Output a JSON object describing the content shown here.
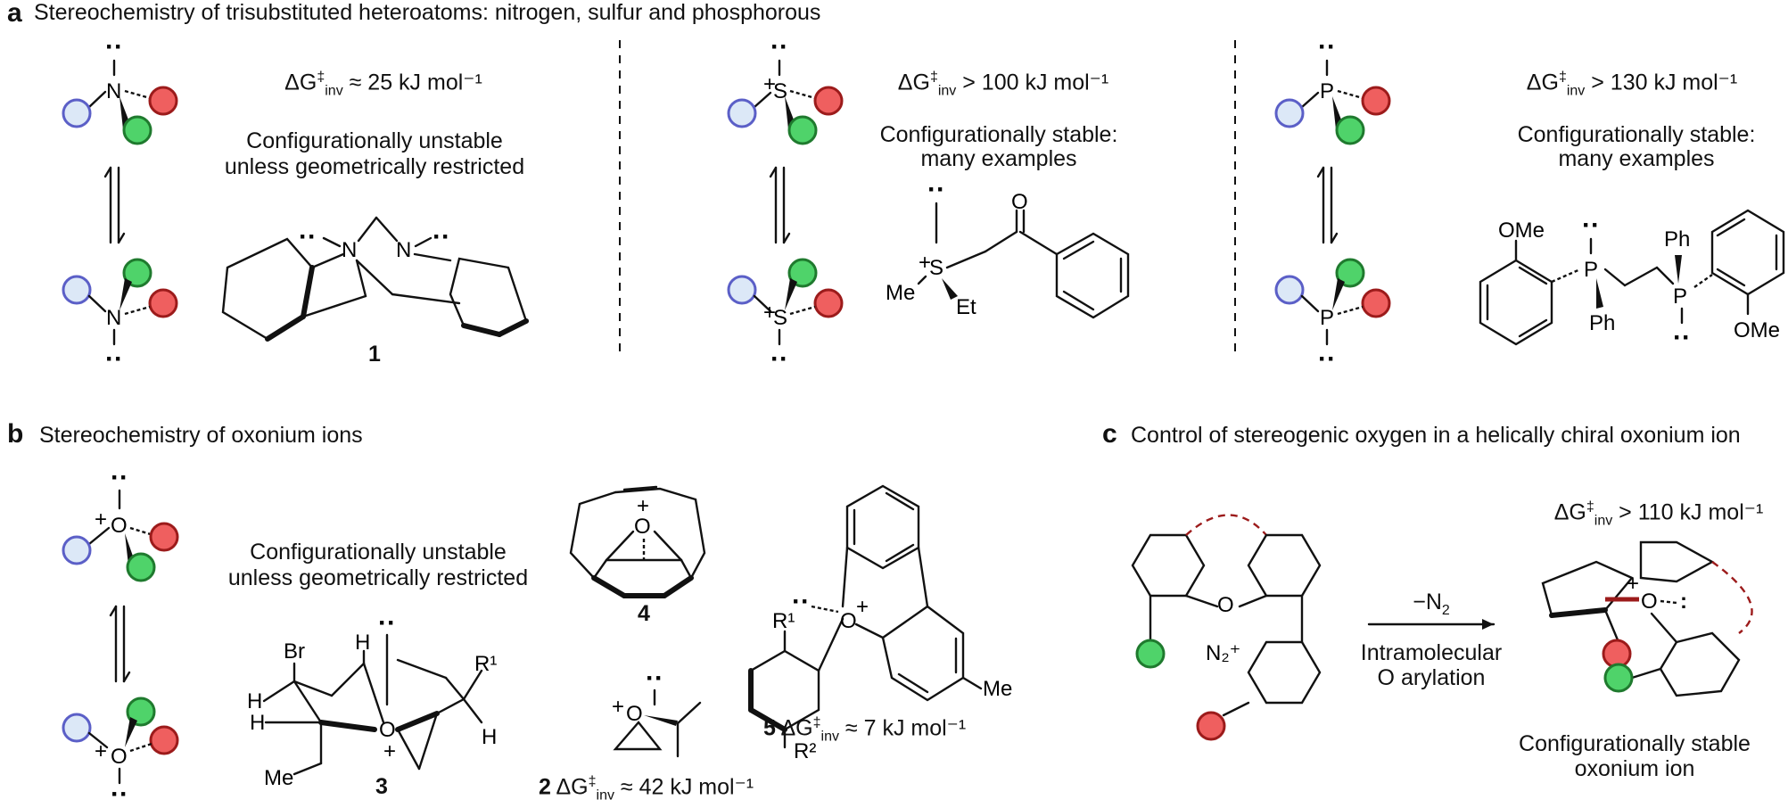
{
  "panel_a": {
    "letter": "a",
    "title": "Stereochemistry of trisubstituted heteroatoms: nitrogen, sulfur and phosphorous",
    "nitrogen": {
      "dg_prefix": "ΔG",
      "dg_suffix": " ≈ 25 kJ mol⁻¹",
      "desc_line1": "Configurationally unstable",
      "desc_line2": "unless geometrically restricted",
      "compound": "1"
    },
    "sulfur": {
      "dg_prefix": "ΔG",
      "dg_suffix": " > 100 kJ mol⁻¹",
      "desc_line1": "Configurationally stable:",
      "desc_line2": "many examples"
    },
    "phosphorus": {
      "dg_prefix": "ΔG",
      "dg_suffix": " > 130 kJ mol⁻¹",
      "desc_line1": "Configurationally stable:",
      "desc_line2": "many examples"
    }
  },
  "panel_b": {
    "letter": "b",
    "title": "Stereochemistry of oxonium ions",
    "desc_line1": "Configurationally unstable",
    "desc_line2": "unless geometrically restricted",
    "compound3": "3",
    "compound4": "4",
    "compound2": "2",
    "compound2_dg": " ≈ 42 kJ mol⁻¹",
    "compound5": "5",
    "compound5_dg": " ≈ 7 kJ mol⁻¹"
  },
  "panel_c": {
    "letter": "c",
    "title": "Control of stereogenic oxygen in a helically chiral oxonium ion",
    "dg_suffix": " > 110 kJ mol⁻¹",
    "reagent": "−N",
    "reagent_sub": "2",
    "cond_line1": "Intramolecular",
    "cond_line2": "O arylation",
    "result_line1": "Configurationally stable",
    "result_line2": "oxonium ion"
  },
  "colors": {
    "blue_fill": "#dce8f7",
    "blue_stroke": "#5b5fc7",
    "red_fill": "#ef5f5f",
    "red_stroke": "#9c1b1b",
    "green_fill": "#4fd36a",
    "green_stroke": "#1f7a2e",
    "dashed_tether": "#9c1b1b"
  },
  "atoms": {
    "N": "N",
    "S": "S",
    "P": "P",
    "O": "O",
    "plus": "+",
    "lone_pair": "··",
    "Me": "Me",
    "Et": "Et",
    "Ph": "Ph",
    "OMe": "OMe",
    "Br": "Br",
    "H": "H",
    "R1": "R¹",
    "R2": "R²",
    "N2": "N₂⁺"
  }
}
